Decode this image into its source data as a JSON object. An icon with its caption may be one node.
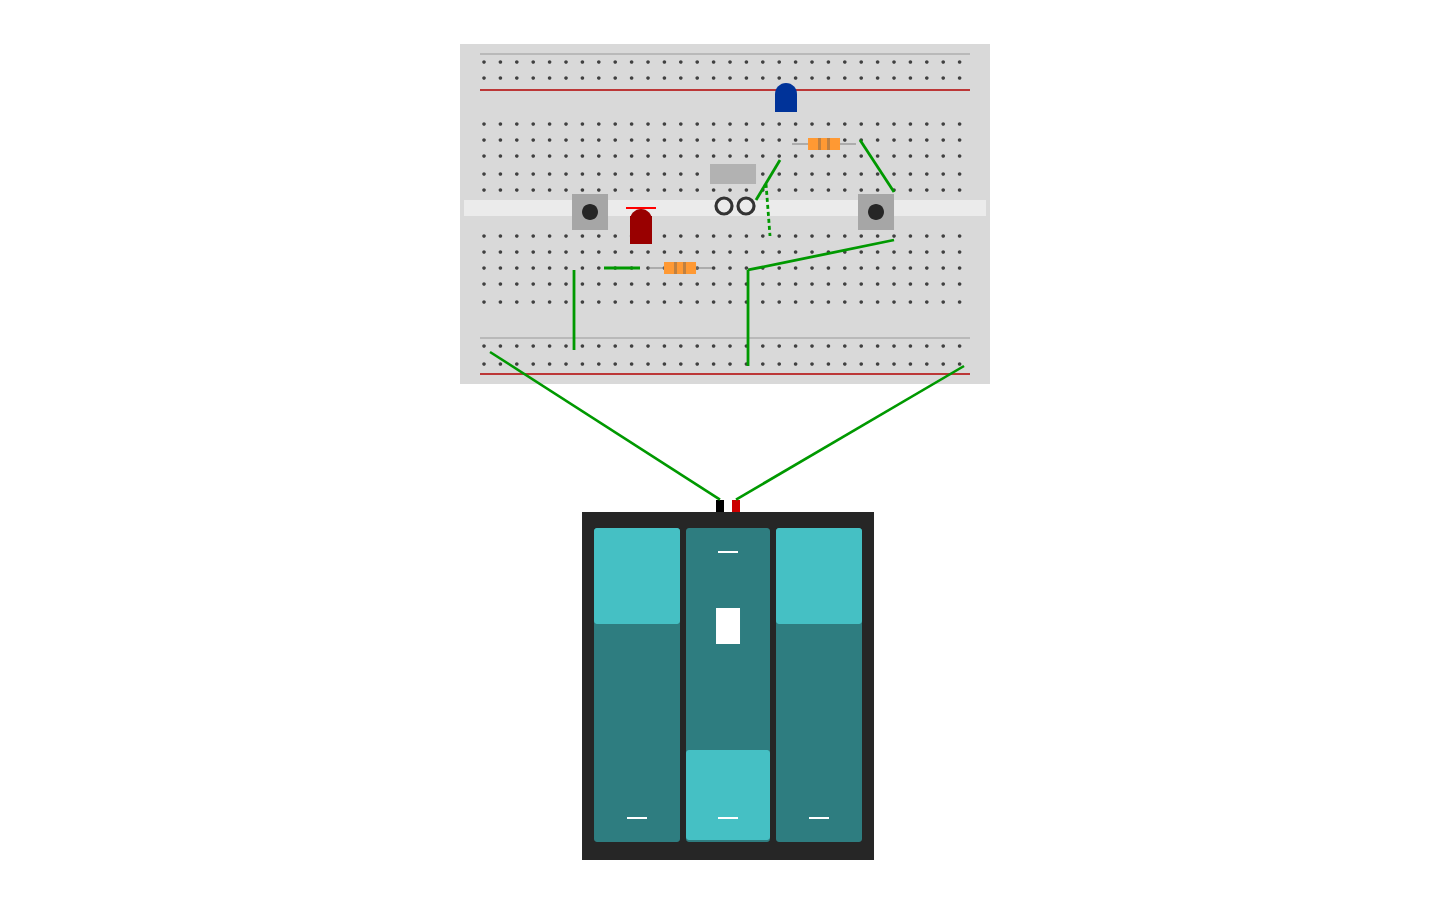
{
  "diagram": {
    "nodes": [
      {
        "text": [],
        "shape": "picture"
      },
      {
        "text": [],
        "shape": "picture"
      }
    ],
    "edges": [
      {
        "from": 1,
        "to": 0,
        "arrow": "none"
      },
      {
        "from": 1,
        "to": 0,
        "arrow": "none"
      }
    ]
  }
}
